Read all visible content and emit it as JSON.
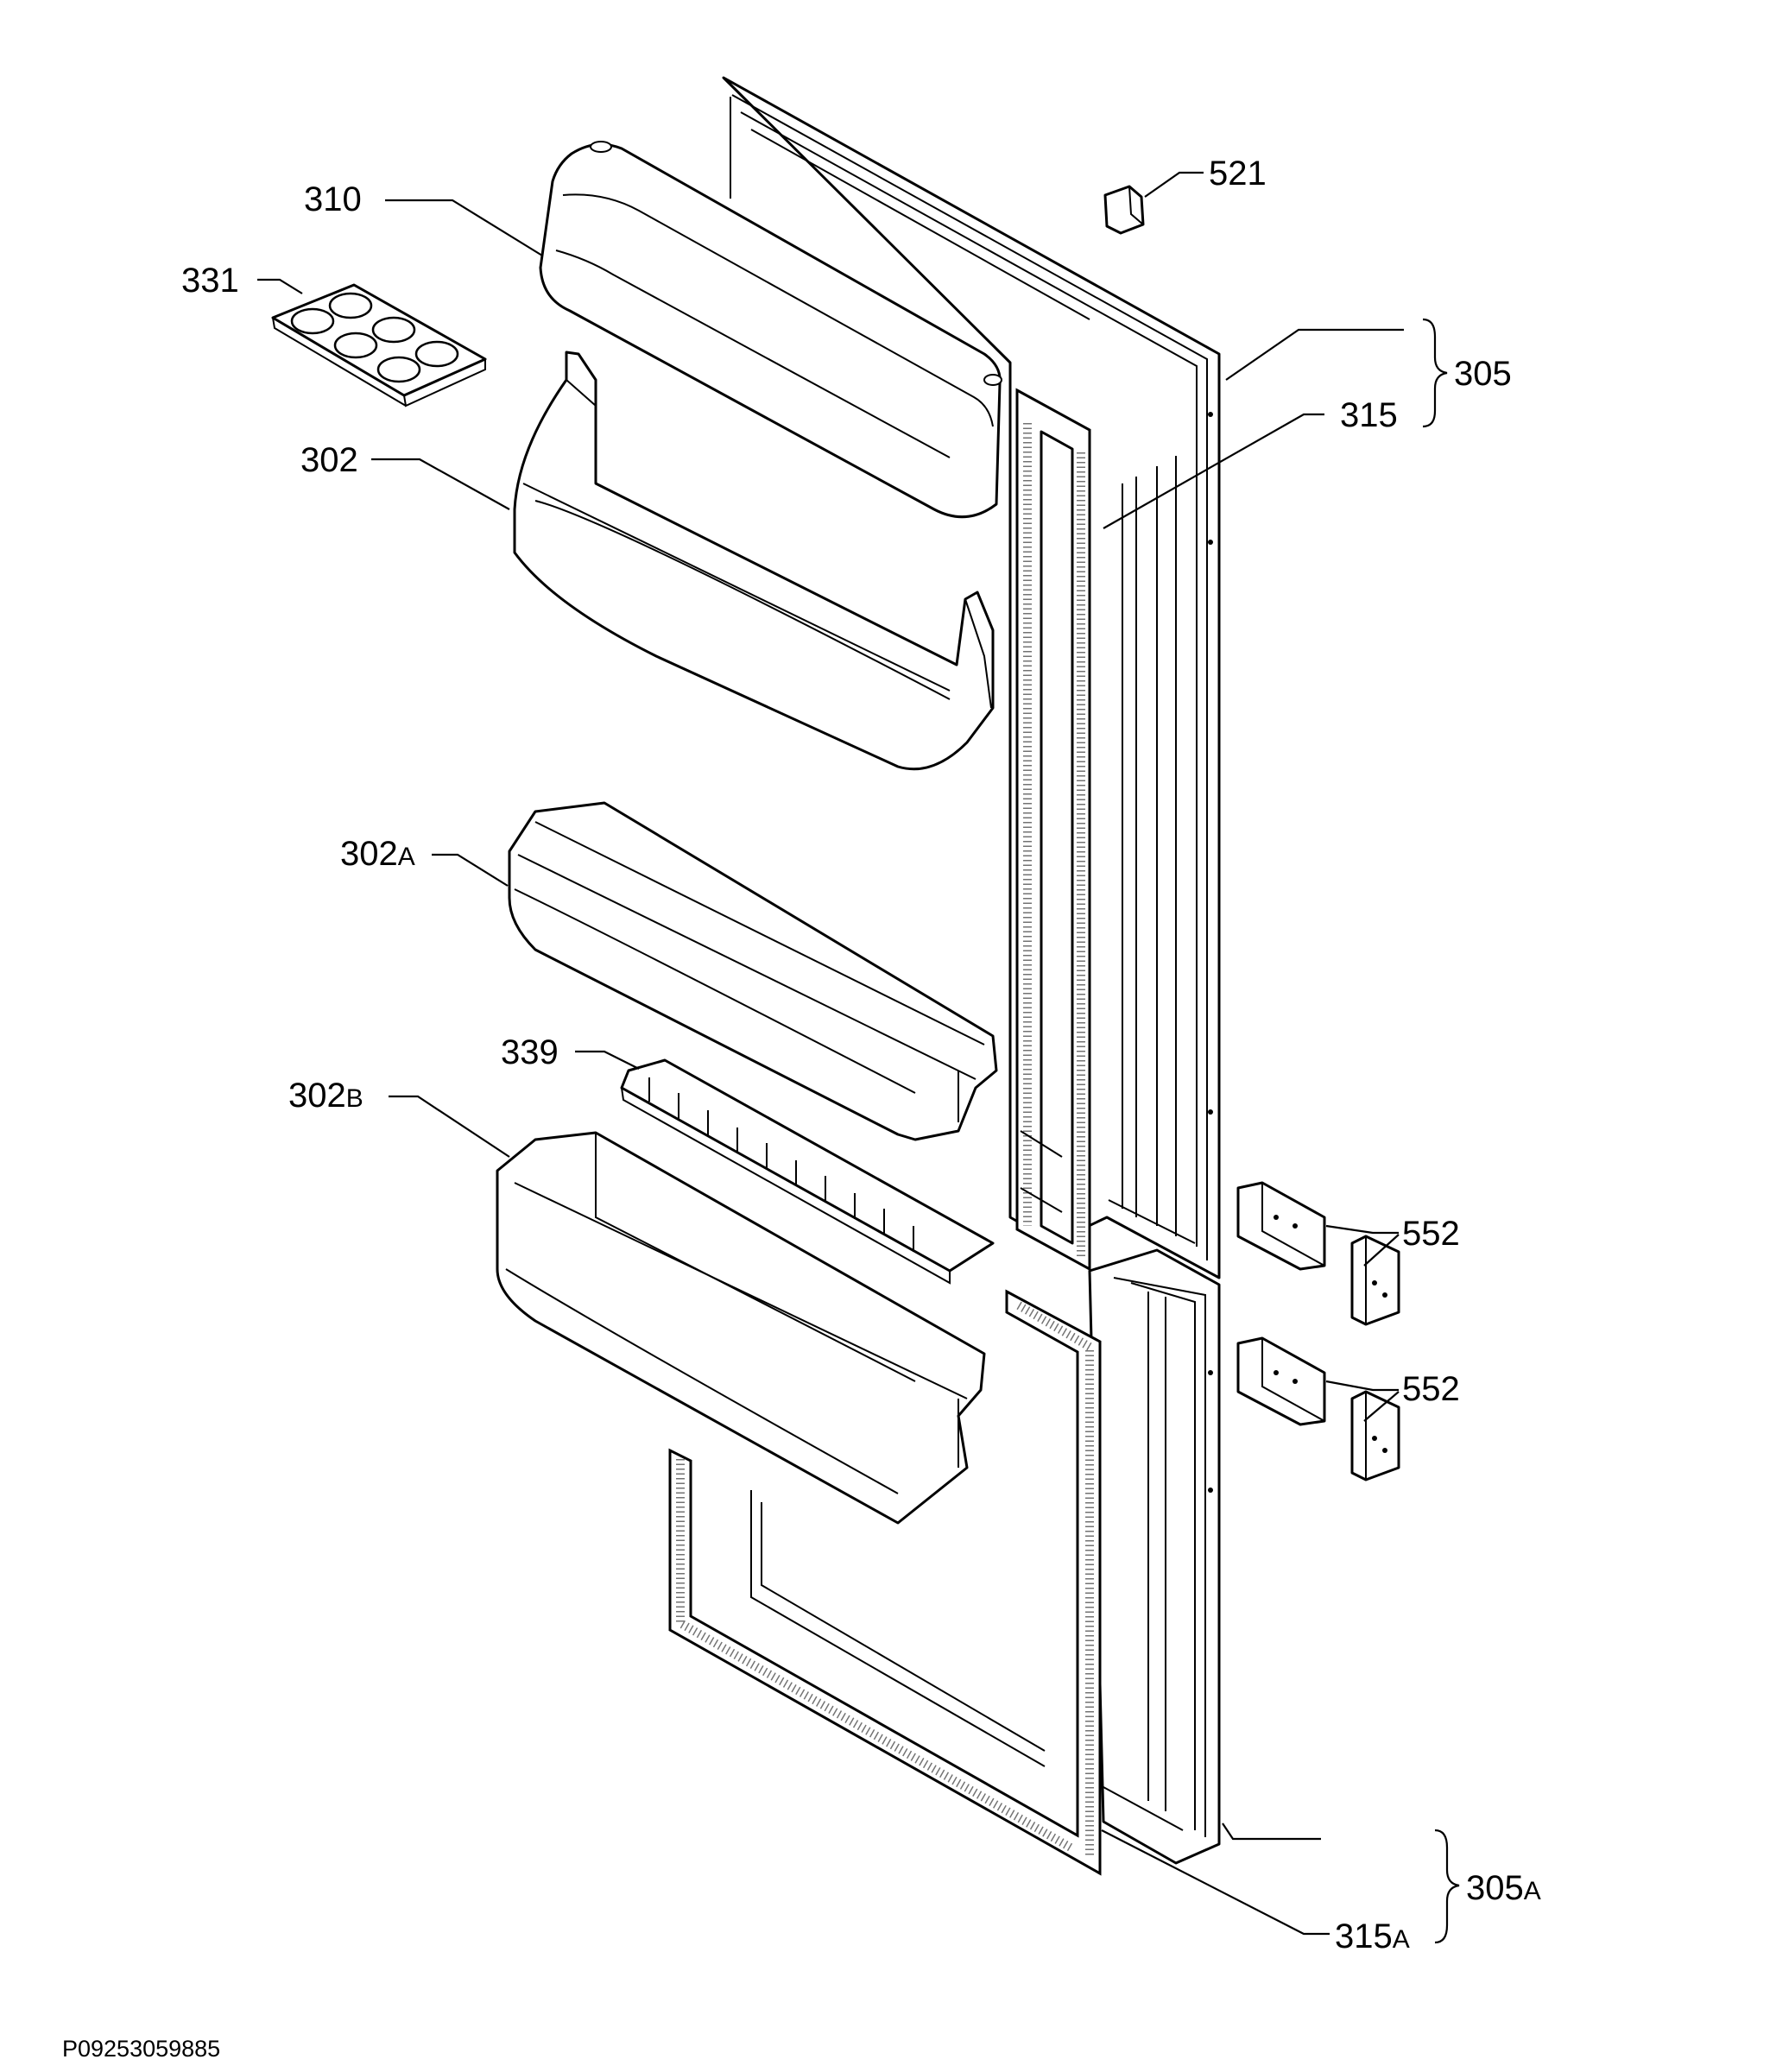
{
  "diagram": {
    "parts": [
      {
        "id": "p521",
        "label": "521"
      },
      {
        "id": "p310",
        "label": "310"
      },
      {
        "id": "p331",
        "label": "331"
      },
      {
        "id": "p305",
        "label": "305"
      },
      {
        "id": "p315",
        "label": "315"
      },
      {
        "id": "p302",
        "label": "302"
      },
      {
        "id": "p302a",
        "label": "302",
        "suffix": "A"
      },
      {
        "id": "p339",
        "label": "339"
      },
      {
        "id": "p302b",
        "label": "302",
        "suffix": "B"
      },
      {
        "id": "p552a",
        "label": "552"
      },
      {
        "id": "p552b",
        "label": "552"
      },
      {
        "id": "p305a",
        "label": "305",
        "suffix": "A"
      },
      {
        "id": "p315a",
        "label": "315",
        "suffix": "A"
      }
    ],
    "reference_code": "P09253059885"
  }
}
